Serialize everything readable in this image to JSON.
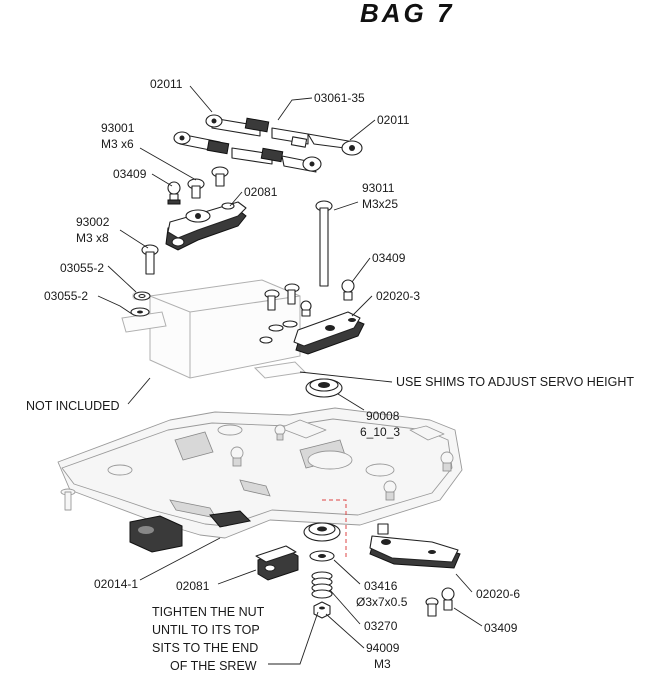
{
  "title": "BAG 7",
  "labels": {
    "l02011a": "02011",
    "l03061": "03061-35",
    "l02011b": "02011",
    "l93001a": "93001",
    "l93001b": "M3 x6",
    "l03409a": "03409",
    "l02081a": "02081",
    "l93011a": "93011",
    "l93011b": "M3x25",
    "l93002a": "93002",
    "l93002b": "M3 x8",
    "l03055a": "03055-2",
    "l03409b": "03409",
    "l03055b": "03055-2",
    "l02020_3": "02020-3",
    "shims": "USE SHIMS TO ADJUST SERVO HEIGHT",
    "notincluded": "NOT INCLUDED",
    "l90008a": "90008",
    "l90008b": "6_10_3",
    "l02014": "02014-1",
    "l02081b": "02081",
    "l03416a": "03416",
    "l03416b": "Ø3x7x0.5",
    "l02020_6": "02020-6",
    "l03270": "03270",
    "l03409c": "03409",
    "l94009a": "94009",
    "l94009b": "M3",
    "tighten1": "TIGHTEN THE NUT",
    "tighten2": "UNTIL TO ITS TOP",
    "tighten3": "SITS TO THE END",
    "tighten4": "OF THE SREW"
  }
}
